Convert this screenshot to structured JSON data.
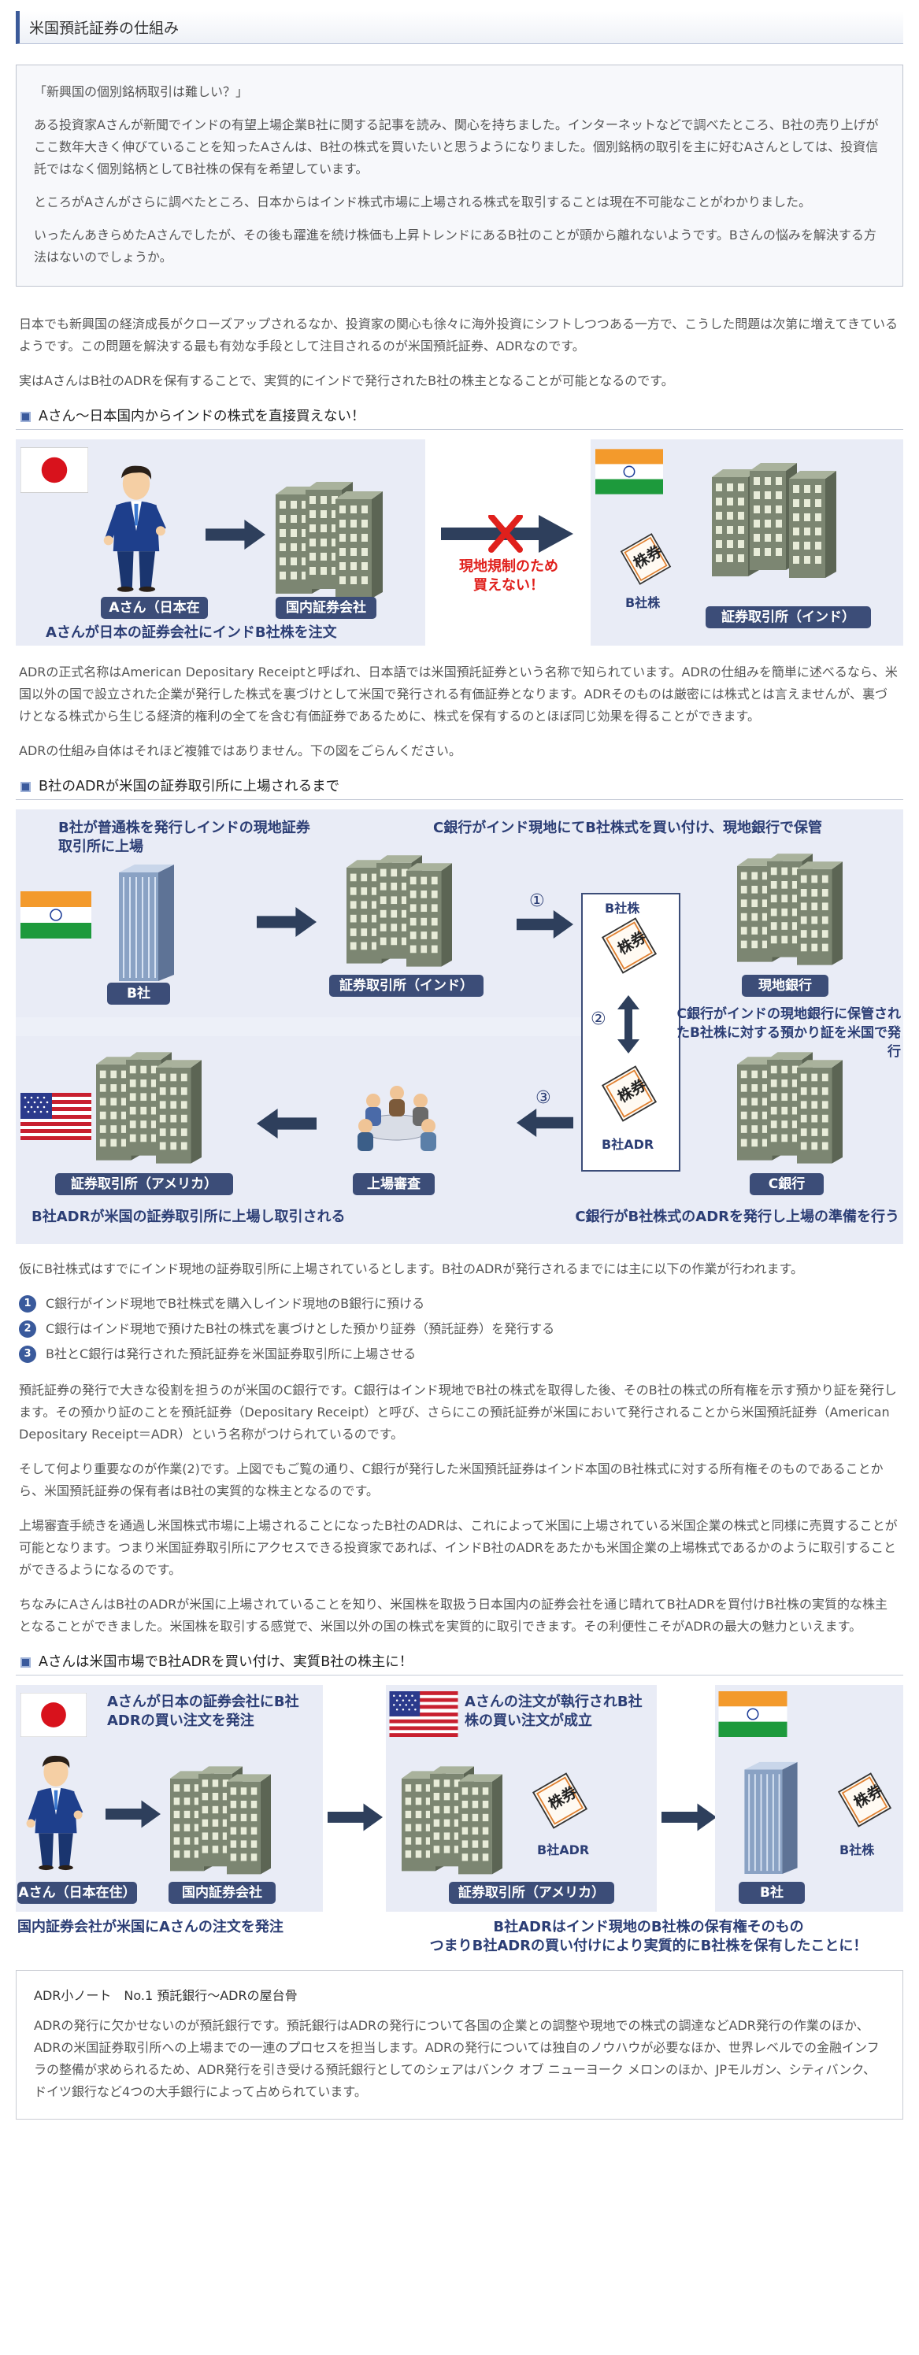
{
  "header": {
    "title": "米国預託証券の仕組み"
  },
  "story": {
    "heading": "「新興国の個別銘柄取引は難しい？」",
    "p1": "ある投資家Aさんが新聞でインドの有望上場企業B社に関する記事を読み、関心を持ちました。インターネットなどで調べたところ、B社の売り上げがここ数年大きく伸びていることを知ったAさんは、B社の株式を買いたいと思うようになりました。個別銘柄の取引を主に好むAさんとしては、投資信託ではなく個別銘柄としてB社株の保有を希望しています。",
    "p2": "ところがAさんがさらに調べたところ、日本からはインド株式市場に上場される株式を取引することは現在不可能なことがわかりました。",
    "p3": "いったんあきらめたAさんでしたが、その後も躍進を続け株価も上昇トレンドにあるB社のことが頭から離れないようです。Bさんの悩みを解決する方法はないのでしょうか。"
  },
  "intro": {
    "p1": "日本でも新興国の経済成長がクローズアップされるなか、投資家の関心も徐々に海外投資にシフトしつつある一方で、こうした問題は次第に増えてきているようです。この問題を解決する最も有効な手段として注目されるのが米国預託証券、ADRなのです。",
    "p2": "実はAさんはB社のADRを保有することで、実質的にインドで発行されたB社の株主となることが可能となるのです。"
  },
  "section1": {
    "title": "Aさん～日本国内からインドの株式を直接買えない！",
    "fig": {
      "person_label": "Aさん（日本在住）",
      "broker_label": "国内証券会社",
      "caption": "Aさんが日本の証券会社にインドB社株を注文",
      "blocked_text": "現地規制のため買えない！",
      "stock_text": "株券",
      "stock_label": "B社株",
      "exchange_label": "証券取引所（インド）"
    },
    "p1": "ADRの正式名称はAmerican Depositary Receiptと呼ばれ、日本語では米国預託証券という名称で知られています。ADRの仕組みを簡単に述べるなら、米国以外の国で設立された企業が発行した株式を裏づけとして米国で発行される有価証券となります。ADRそのものは厳密には株式とは言えませんが、裏づけとなる株式から生じる経済的権利の全てを含む有価証券であるために、株式を保有するのとほぼ同じ効果を得ることができます。",
    "p2": "ADRの仕組み自体はそれほど複雑ではありません。下の図をごらんください。"
  },
  "section2": {
    "title": "B社のADRが米国の証券取引所に上場されるまで",
    "fig": {
      "caption_top_left": "B社が普通株を発行しインドの現地証券取引所に上場",
      "caption_top_right": "C銀行がインド現地にてB社株式を買い付け、現地銀行で保管",
      "company_label": "B社",
      "exchange_india_label": "証券取引所（インド）",
      "step1": "①",
      "step2": "②",
      "step3": "③",
      "stock_label": "B社株",
      "stock_text": "株券",
      "adr_label": "B社ADR",
      "local_bank_label": "現地銀行",
      "deposit_note": "C銀行がインドの現地銀行に保管されたB社株に対する預かり証を米国で発行",
      "exchange_us_label": "証券取引所（アメリカ）",
      "review_label": "上場審査",
      "c_bank_label": "C銀行",
      "caption_bottom_left": "B社ADRが米国の証券取引所に上場し取引される",
      "caption_bottom_right": "C銀行がB社株式のADRを発行し上場の準備を行う"
    },
    "p1": "仮にB社株式はすでにインド現地の証券取引所に上場されているとします。B社のADRが発行されるまでには主に以下の作業が行われます。",
    "steps": [
      {
        "num": "1",
        "text": "C銀行がインド現地でB社株式を購入しインド現地のB銀行に預ける"
      },
      {
        "num": "2",
        "text": "C銀行はインド現地で預けたB社の株式を裏づけとした預かり証券（預託証券）を発行する"
      },
      {
        "num": "3",
        "text": "B社とC銀行は発行された預託証券を米国証券取引所に上場させる"
      }
    ],
    "p2": "預託証券の発行で大きな役割を担うのが米国のC銀行です。C銀行はインド現地でB社の株式を取得した後、そのB社の株式の所有権を示す預かり証を発行します。その預かり証のことを預託証券（Depositary Receipt）と呼び、さらにこの預託証券が米国において発行されることから米国預託証券（American Depositary Receipt＝ADR）という名称がつけられているのです。",
    "p3": "そして何より重要なのが作業(2)です。上図でもご覧の通り、C銀行が発行した米国預託証券はインド本国のB社株式に対する所有権そのものであることから、米国預託証券の保有者はB社の実質的な株主となるのです。",
    "p4": "上場審査手続きを通過し米国株式市場に上場されることになったB社のADRは、これによって米国に上場されている米国企業の株式と同様に売買することが可能となります。つまり米国証券取引所にアクセスできる投資家であれば、インドB社のADRをあたかも米国企業の上場株式であるかのように取引することができるようになるのです。",
    "p5": "ちなみにAさんはB社のADRが米国に上場されていることを知り、米国株を取扱う日本国内の証券会社を通じ晴れてB社ADRを買付けB社株の実質的な株主となることができました。米国株を取引する感覚で、米国以外の国の株式を実質的に取引できます。その利便性こそがADRの最大の魅力といえます。"
  },
  "section3": {
    "title": "Aさんは米国市場でB社ADRを買い付け、実質B社の株主に！",
    "fig": {
      "caption_1": "Aさんが日本の証券会社にB社ADRの買い注文を発注",
      "person_label": "Aさん（日本在住）",
      "broker_label": "国内証券会社",
      "caption_2": "Aさんの注文が執行されB社株の買い注文が成立",
      "stock_text": "株券",
      "adr_label": "B社ADR",
      "exchange_us_label": "証券取引所（アメリカ）",
      "company_label": "B社",
      "stock_label": "B社株",
      "caption_bottom_left": "国内証券会社が米国にAさんの注文を発注",
      "caption_bottom_right_1": "B社ADRはインド現地のB社株の保有権そのもの",
      "caption_bottom_right_2": "つまりB社ADRの買い付けにより実質的にB社株を保有したことに！"
    },
    "note": {
      "title": "ADR小ノート　No.1 預託銀行～ADRの屋台骨",
      "body": "ADRの発行に欠かせないのが預託銀行です。預託銀行はADRの発行について各国の企業との調整や現地での株式の調達などADR発行の作業のほか、ADRの米国証券取引所への上場までの一連のプロセスを担当します。ADRの発行については独自のノウハウが必要なほか、世界レベルでの金融インフラの整備が求められるため、ADR発行を引き受ける預託銀行としてのシェアはバンク オブ ニューヨーク メロンのほか、JPモルガン、シティバンク、ドイツ銀行など4つの大手銀行によって占められています。"
    }
  },
  "colors": {
    "accent": "#3a5a9c",
    "label_bg": "#3c4d78",
    "caption": "#2c3e75",
    "warning": "#e0201c",
    "panel_bg": "#e9ecf6"
  }
}
